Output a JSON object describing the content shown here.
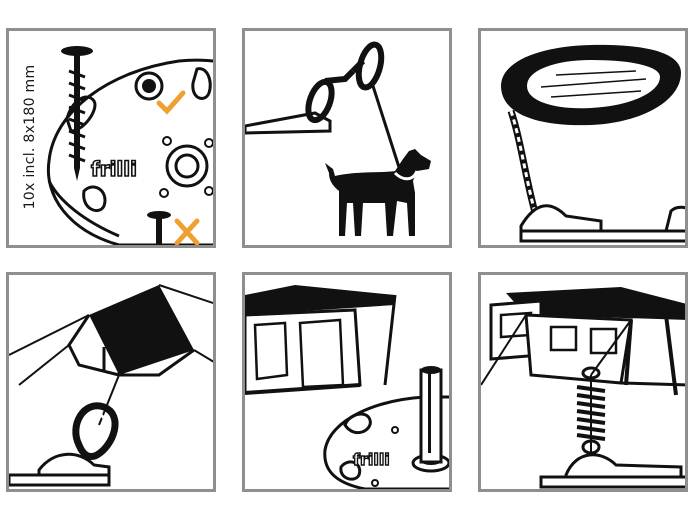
{
  "panels": [
    {
      "id": "screw-pegs",
      "label": "10x incl. 8x180 mm",
      "brand": "frilli"
    },
    {
      "id": "dog-leash"
    },
    {
      "id": "boat-rope"
    },
    {
      "id": "tent-carabiner"
    },
    {
      "id": "awning-parasol",
      "brand": "frilli"
    },
    {
      "id": "awning-spring"
    }
  ],
  "colors": {
    "border": "#8f8f8f",
    "ink": "#111111",
    "check": "#f0a030",
    "cross": "#f0a030"
  },
  "icons": [
    "check-icon",
    "cross-icon"
  ]
}
